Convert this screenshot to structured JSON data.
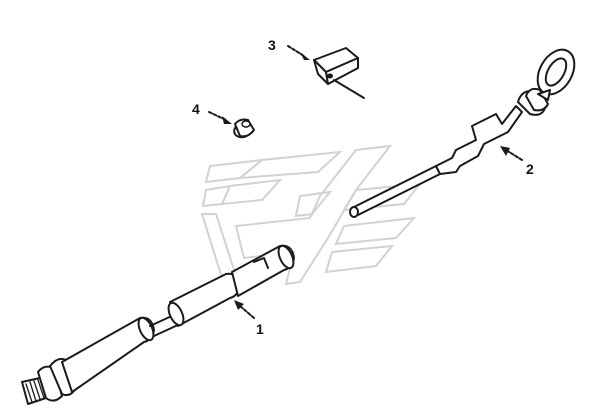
{
  "callouts": {
    "c1": "1",
    "c2": "2",
    "c3": "3",
    "c4": "4"
  },
  "parts": [
    {
      "number": "1",
      "icon": "dipstick-tube-icon"
    },
    {
      "number": "2",
      "icon": "dipstick-icon"
    },
    {
      "number": "3",
      "icon": "bracket-clip-icon"
    },
    {
      "number": "4",
      "icon": "plug-icon"
    }
  ],
  "colors": {
    "line": "#1b1b1b",
    "watermark": "#d2d2d2",
    "background": "#ffffff"
  }
}
